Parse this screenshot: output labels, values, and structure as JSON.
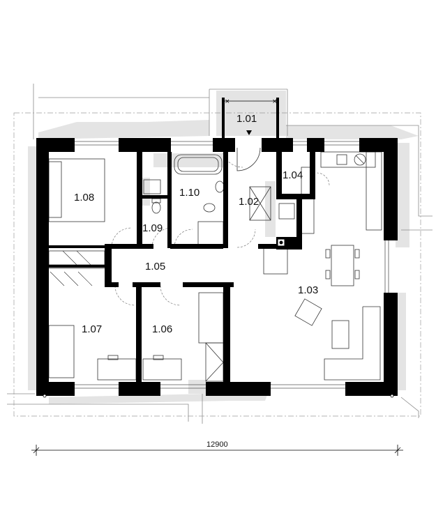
{
  "plan": {
    "rooms": [
      {
        "id": "1.01",
        "label": "1.01"
      },
      {
        "id": "1.02",
        "label": "1.02"
      },
      {
        "id": "1.03",
        "label": "1.03"
      },
      {
        "id": "1.04",
        "label": "1.04"
      },
      {
        "id": "1.05",
        "label": "1.05"
      },
      {
        "id": "1.06",
        "label": "1.06"
      },
      {
        "id": "1.07",
        "label": "1.07"
      },
      {
        "id": "1.08",
        "label": "1.08"
      },
      {
        "id": "1.09",
        "label": "1.09"
      },
      {
        "id": "1.10",
        "label": "1.10"
      }
    ],
    "dimension": {
      "width_label": "12900"
    }
  },
  "colors": {
    "wall": "#000000",
    "shadow": "#e2e2e2",
    "line": "#8a8a8a",
    "dash": "#9a9a9a"
  }
}
